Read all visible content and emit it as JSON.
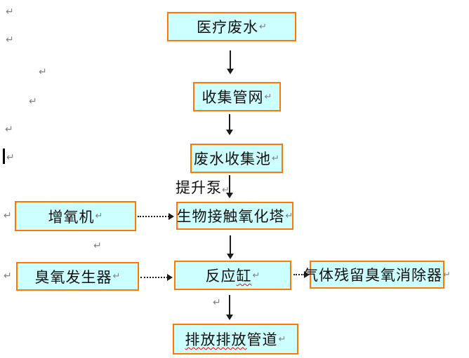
{
  "colors": {
    "box_fill": "#CCFFFF",
    "box_border": "#FF7800",
    "arrow": "#1A1A1A",
    "formatting_mark": "#808080",
    "spellcheck_underline": "#FF0000",
    "background": "#FFFFFF"
  },
  "marks": {
    "pilcrow": "↵"
  },
  "flow": {
    "medical_wastewater": "医疗废水",
    "collection_network": "收集管网",
    "wastewater_pool": "废水收集池",
    "bio_oxidation_tower": "生物接触氧化塔",
    "aerator": "增氧机",
    "ozone_generator": "臭氧发生器",
    "reaction_tank_plain": "反应",
    "reaction_tank_misspelled": "缸",
    "ozone_eliminator": "气体残留臭氧消除器",
    "discharge_misspelled": "排放排放",
    "discharge_plain": "管道",
    "lift_pump_label": "提升泵"
  }
}
